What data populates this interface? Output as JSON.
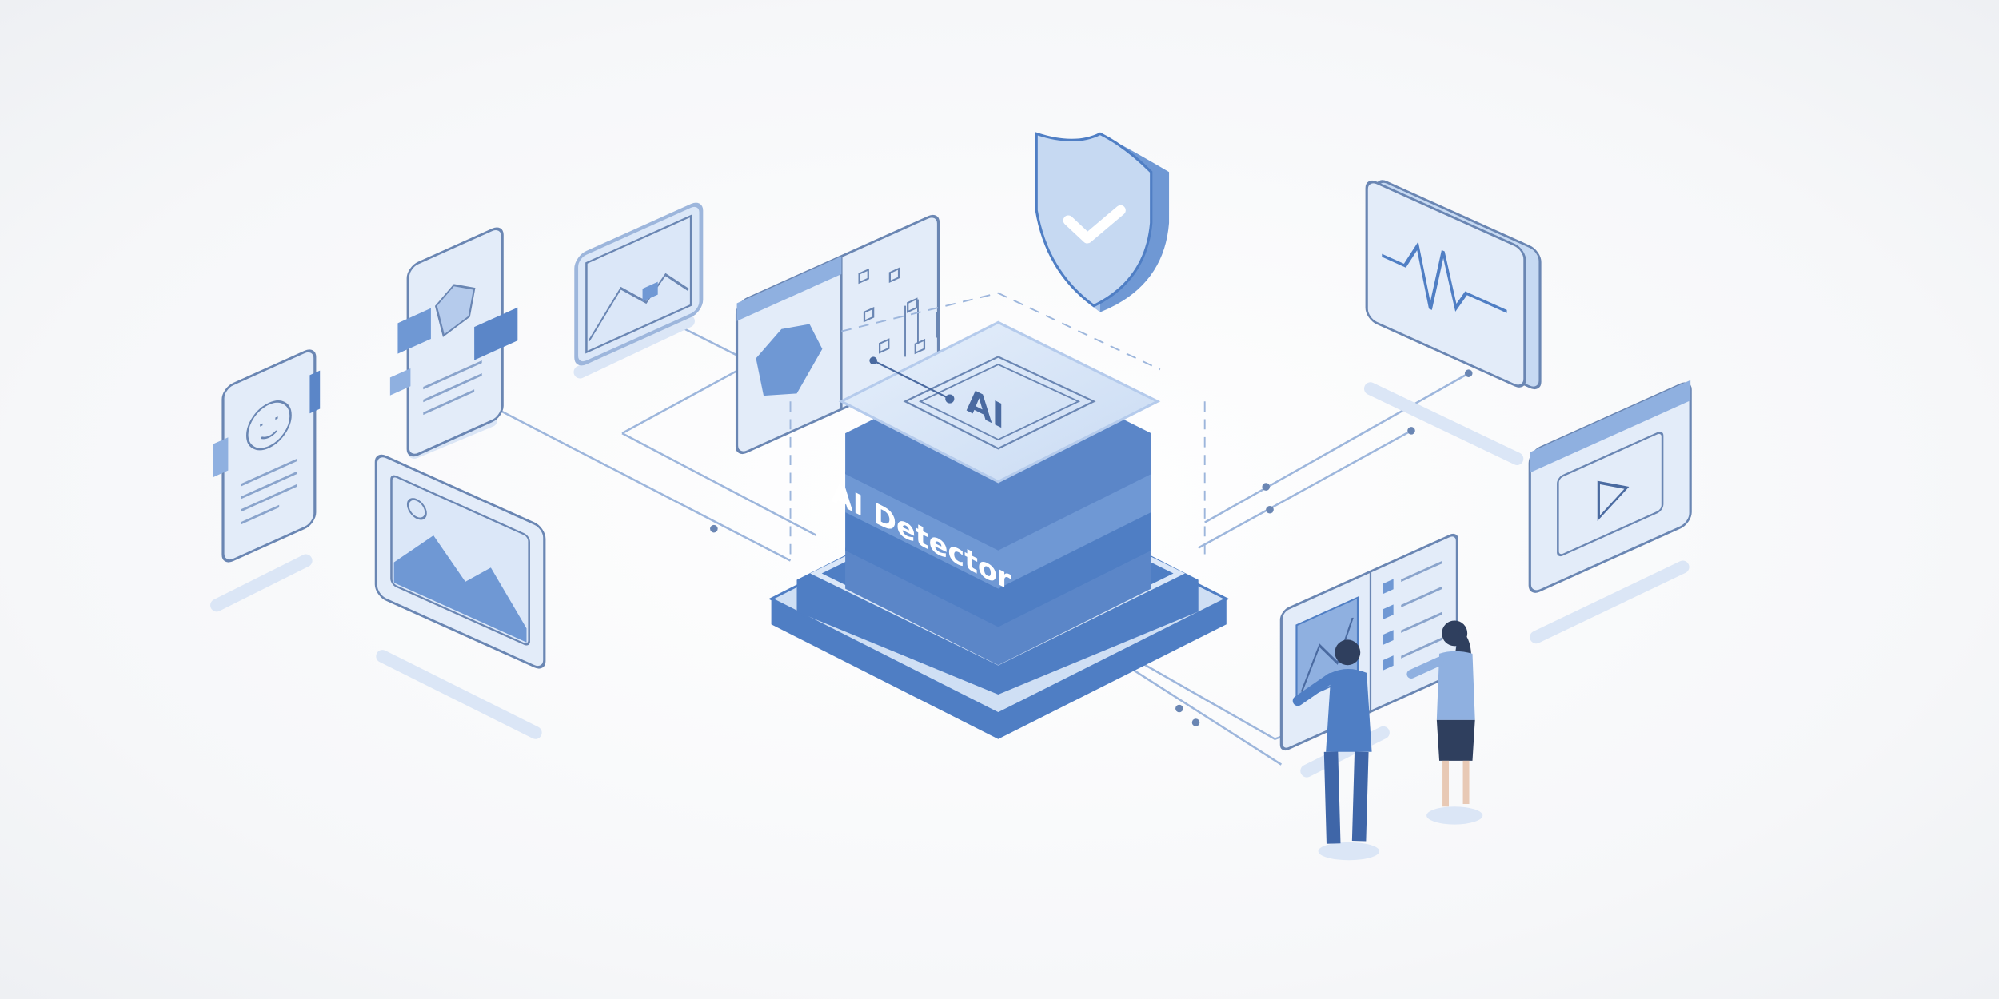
{
  "illustration": {
    "chip_label": "AI",
    "device_label": "AI Detector"
  },
  "icons": [
    "face-scan-card",
    "document-scan-card",
    "image-card",
    "split-scan-panel",
    "shield-check",
    "photo-card",
    "waveform-card",
    "video-play-card",
    "dashboard-panel",
    "person-man",
    "person-woman"
  ],
  "colors": {
    "primary": "#4f7ec4",
    "light": "#dbe7f8",
    "mid": "#a9c4ea",
    "outline": "#6a86b3",
    "background": "#f7f8fa"
  }
}
